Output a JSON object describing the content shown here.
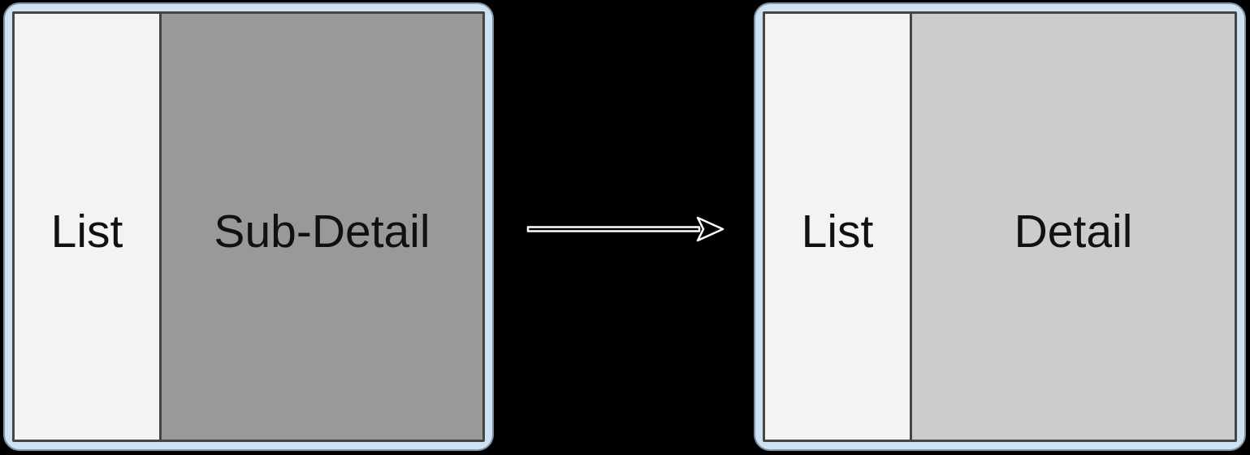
{
  "diagram": {
    "background_color": "#000000",
    "frame_color": "#cfe2f3",
    "frame_border_color": "#454545",
    "before_screen": {
      "list_label": "List",
      "detail_label": "Sub-Detail",
      "list_bg": "#f3f3f3",
      "detail_bg": "#999999"
    },
    "arrow": {
      "direction": "right",
      "stroke_color": "#ffffff",
      "fill_color": "#000000"
    },
    "after_screen": {
      "list_label": "List",
      "detail_label": "Detail",
      "list_bg": "#f3f3f3",
      "detail_bg": "#cccccc"
    }
  }
}
